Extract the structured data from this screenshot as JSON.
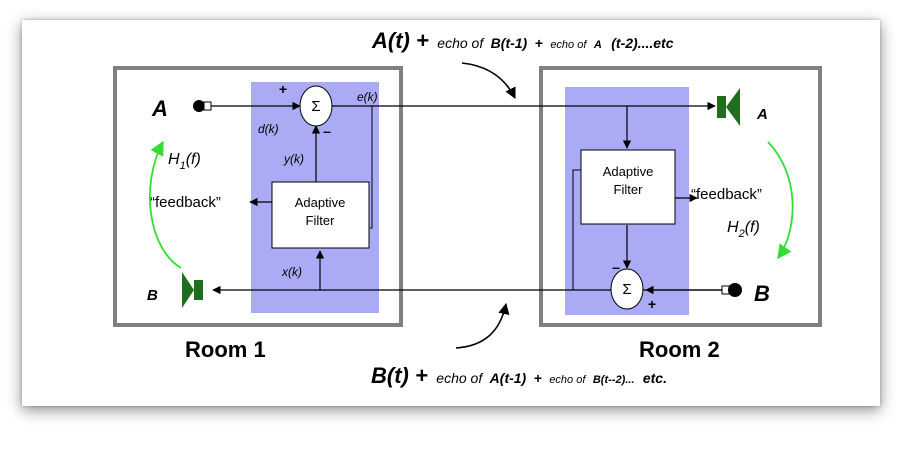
{
  "top_caption": {
    "main": "A(t) +",
    "echo1_prefix": "echo of",
    "echo1_signal": "B(t-1)",
    "plus": "+",
    "echo2_prefix": "echo of",
    "echo2_signal": "A",
    "echo2_tail": "(t-2)....etc"
  },
  "bottom_caption": {
    "main": "B(t) +",
    "echo1_prefix": "echo of",
    "echo1_signal": "A(t-1)",
    "plus": "+",
    "echo2_prefix": "echo of",
    "echo2_signal": "B(t--2)...",
    "echo2_tail": "etc."
  },
  "room1": {
    "title": "Room 1",
    "mic_label": "A",
    "speaker_label": "B",
    "transfer_fn": "H",
    "transfer_sub": "1",
    "transfer_arg": "(f)",
    "feedback": "“feedback”",
    "filter_line1": "Adaptive",
    "filter_line2": "Filter",
    "sum_symbol": "Σ",
    "plus": "+",
    "minus": "–",
    "d_label": "d(k)",
    "e_label": "e(k)",
    "y_label": "y(k)",
    "x_label": "x(k)"
  },
  "room2": {
    "title": "Room 2",
    "speaker_label": "A",
    "mic_label": "B",
    "transfer_fn": "H",
    "transfer_sub": "2",
    "transfer_arg": "(f)",
    "feedback": "“feedback”",
    "filter_line1": "Adaptive",
    "filter_line2": "Filter",
    "sum_symbol": "Σ",
    "minus": "–",
    "plus": "+"
  },
  "colors": {
    "room_border": "#808080",
    "filter_region": "#aaaaf5",
    "speaker": "#1e6e1e",
    "feedback_arrow": "#33dd33"
  }
}
